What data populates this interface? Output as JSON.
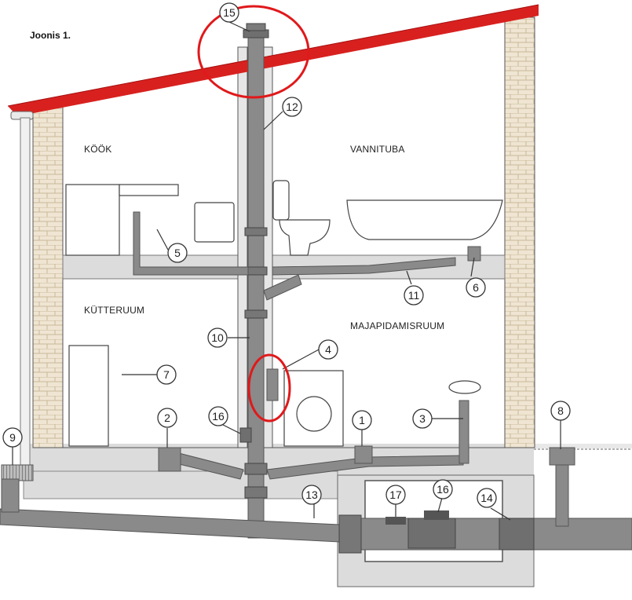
{
  "figure_label": "Joonis 1.",
  "rooms": {
    "kitchen": "KÖÖK",
    "bathroom": "VANNITUBA",
    "boiler_room": "KÜTTERUUM",
    "utility_room": "MAJAPIDAMISRUUM"
  },
  "callouts": [
    "1",
    "2",
    "3",
    "4",
    "5",
    "6",
    "7",
    "8",
    "9",
    "10",
    "11",
    "12",
    "13",
    "14",
    "15",
    "16",
    "16",
    "17"
  ],
  "colors": {
    "roof": "#d8211f",
    "highlight_circle": "#e0191b",
    "pipe": "#8a8a8a",
    "pipe_dark": "#5f5f5f",
    "brick": "#efe5d2",
    "floor": "#dcdcdc",
    "wall_line": "#333333"
  }
}
